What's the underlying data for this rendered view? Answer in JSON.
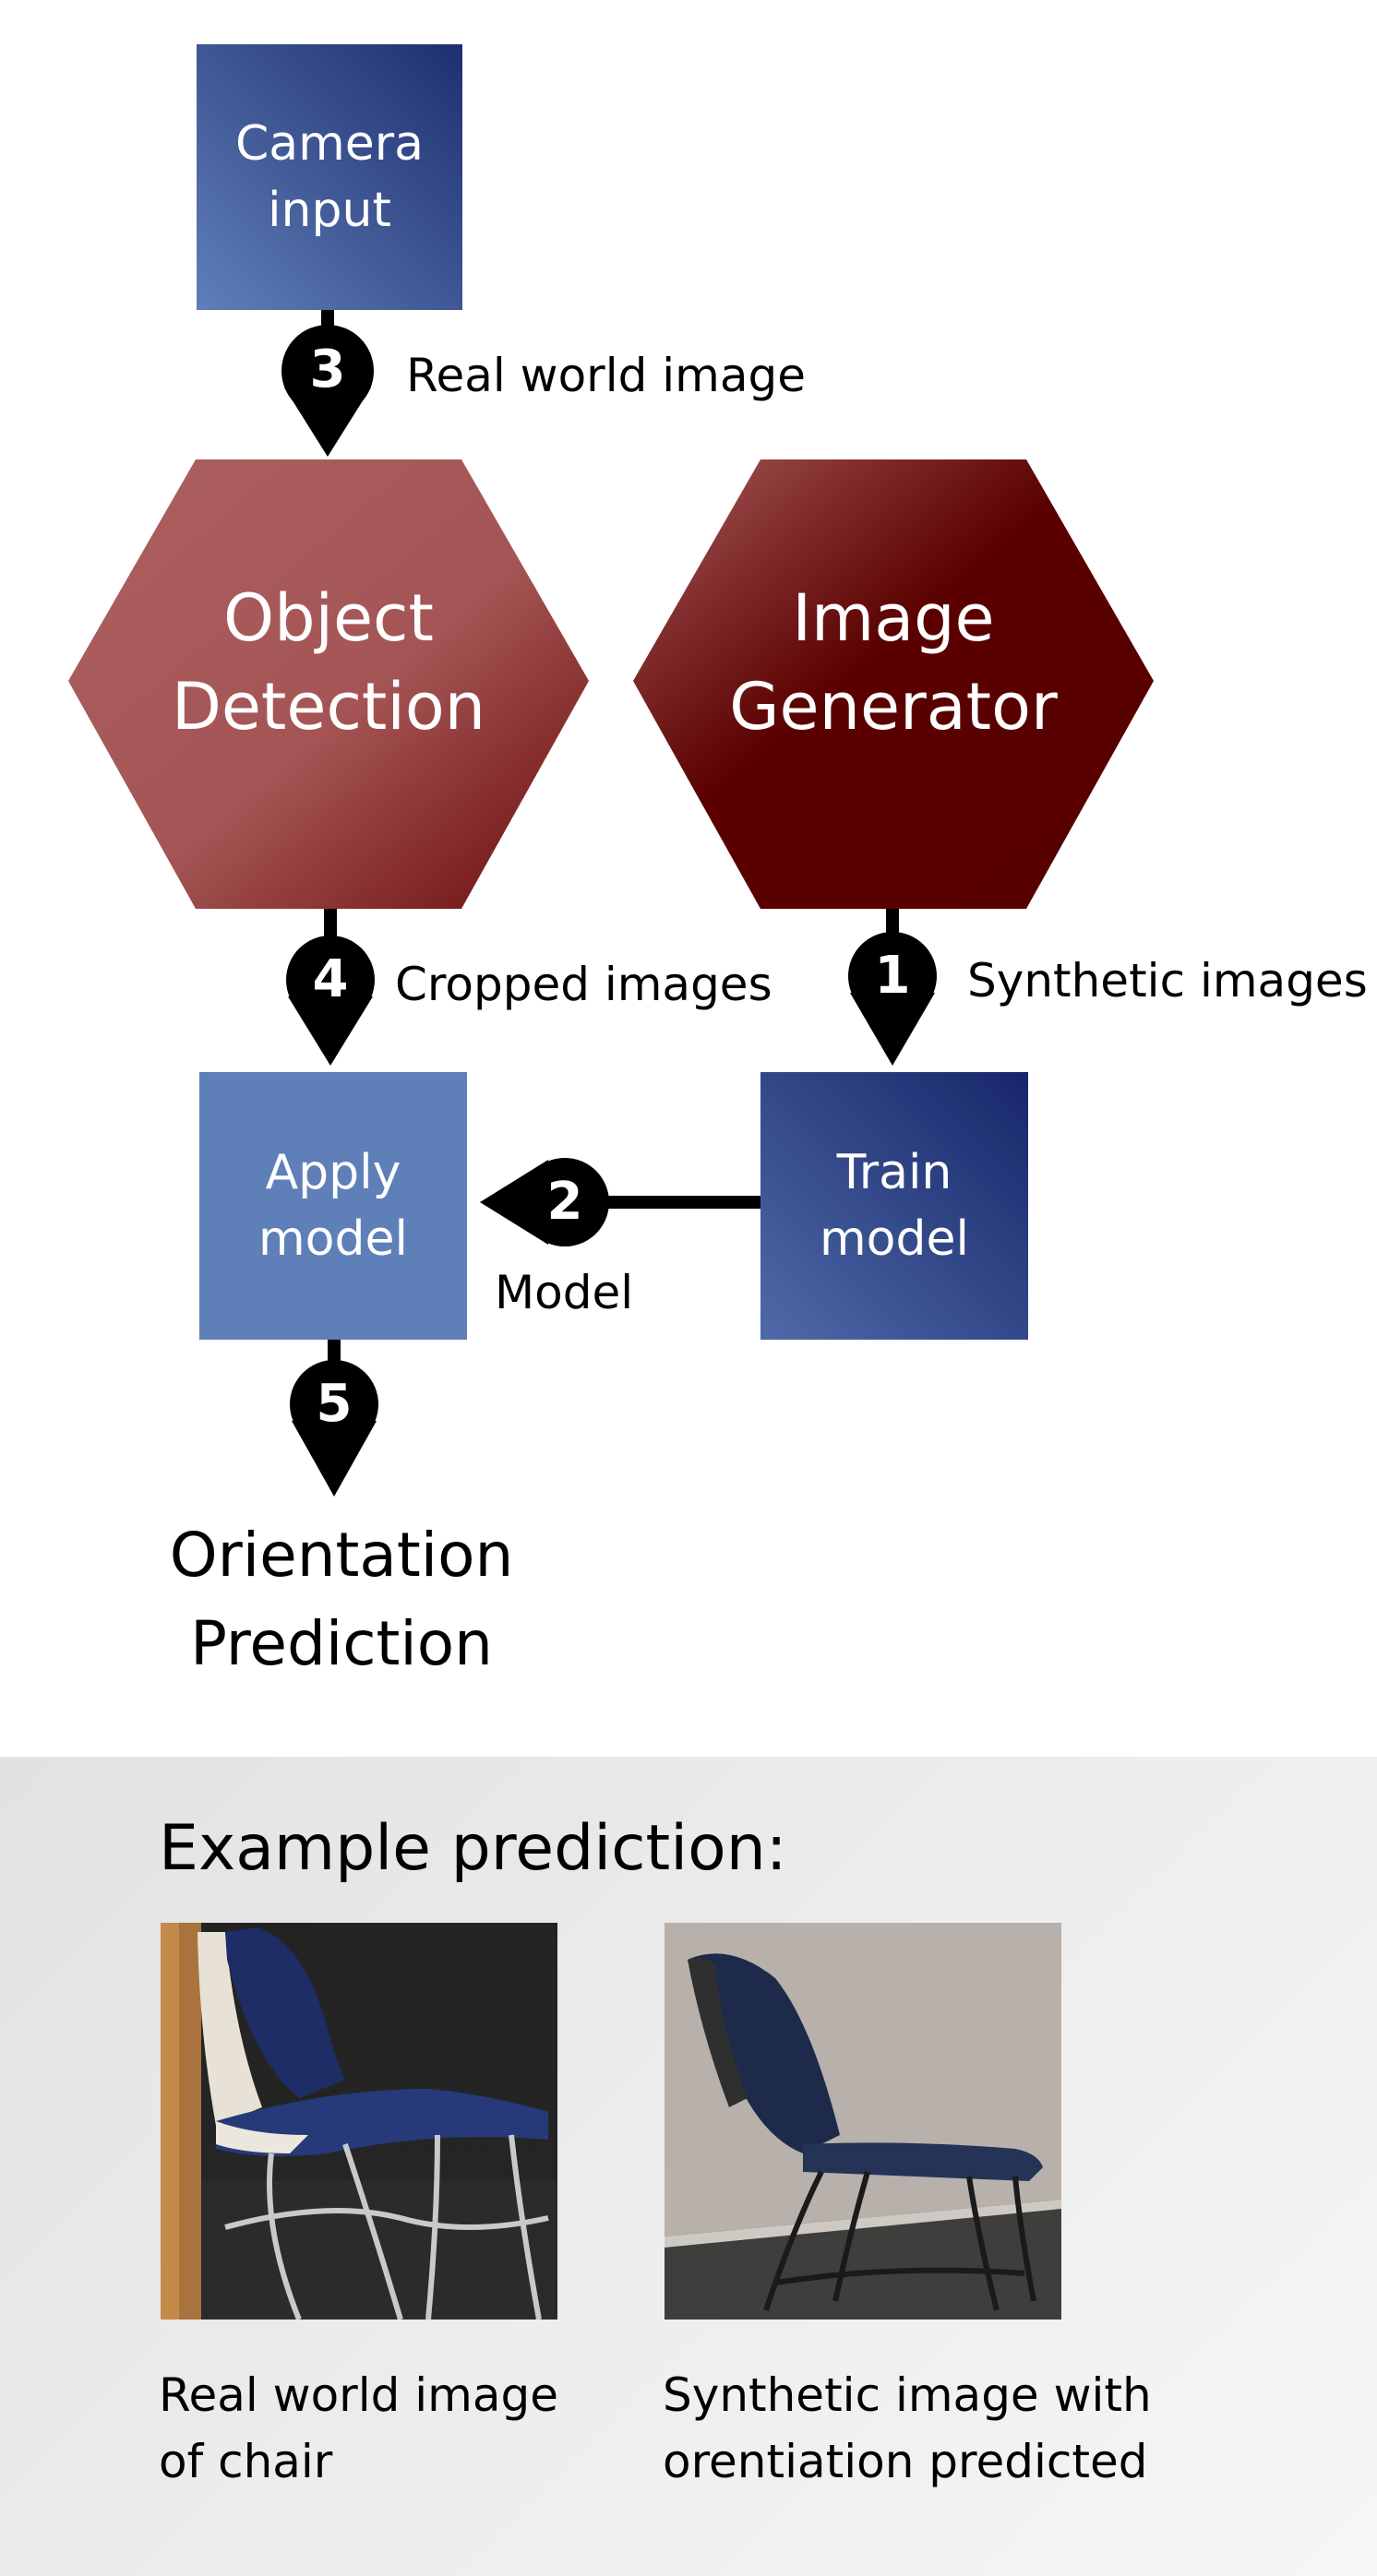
{
  "nodes": {
    "camera_input": "Camera\ninput",
    "object_detection": "Object\nDetection",
    "image_generator": "Image\nGenerator",
    "apply_model": "Apply\nmodel",
    "train_model": "Train\nmodel"
  },
  "edges": [
    {
      "step": "3",
      "label": "Real world image"
    },
    {
      "step": "4",
      "label": "Cropped images"
    },
    {
      "step": "1",
      "label": "Synthetic images"
    },
    {
      "step": "2",
      "label": "Model"
    },
    {
      "step": "5",
      "label": "Orientation\nPrediction"
    }
  ],
  "example": {
    "title": "Example prediction:",
    "real_caption": "Real world image\nof chair",
    "synthetic_caption": "Synthetic image with\norentiation predicted"
  },
  "colors": {
    "box_light": "#5f7fb8",
    "box_dark": "#1f2f70",
    "hex_light": "#a85a5a",
    "hex_dark": "#5a0000",
    "marker": "#000000"
  }
}
